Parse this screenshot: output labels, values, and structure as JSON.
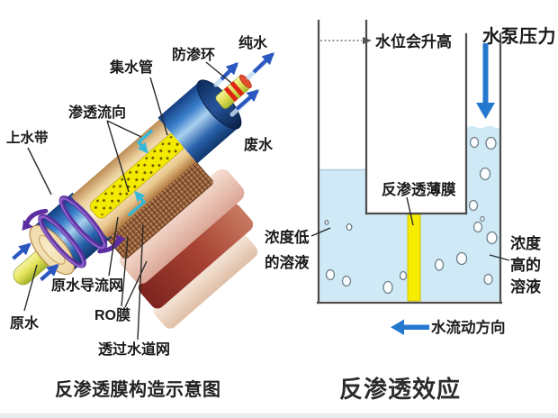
{
  "figure": {
    "type": "reverse-osmosis-educational-diagram",
    "left_panel": {
      "caption": "反渗透膜构造示意图",
      "labels": {
        "top_water_belt": "上水带",
        "osmosis_flow": "渗透流向",
        "collect_pipe": "集水管",
        "anti_seep_ring": "防渗环",
        "pure_water": "纯水",
        "waste_water": "废水",
        "raw_water": "原水",
        "raw_water_mesh": "原水导流网",
        "ro_membrane": "RO膜",
        "permeate_mesh": "透过水道网"
      }
    },
    "right_panel": {
      "caption": "反渗透效应",
      "labels": {
        "water_level_rise": "水位会升高",
        "pump_pressure": "水泵压力",
        "ro_film": "反渗透薄膜",
        "low_conc_line1": "浓度低",
        "low_conc_line2": "的溶液",
        "high_conc_line1": "浓度",
        "high_conc_line2": "高的",
        "high_conc_line3": "溶液",
        "flow_direction": "水流动方向"
      }
    },
    "colors": {
      "water_blue": "#cfe9f7",
      "membrane_yellow": "#f6ec00",
      "arrow_blue": "#2478d0",
      "shell_blue": "#2e6fc0",
      "wrap_tan": "#f0dcae",
      "core_yellow": "#e8e860",
      "sheet_pink": "#eec6ba",
      "sheet_maroon": "#9c382e",
      "mesh_brown": "#96603c",
      "ribbon_purple": "#5c2da0",
      "flow_teal": "#35b8d8",
      "ring_red": "#e02414"
    }
  }
}
